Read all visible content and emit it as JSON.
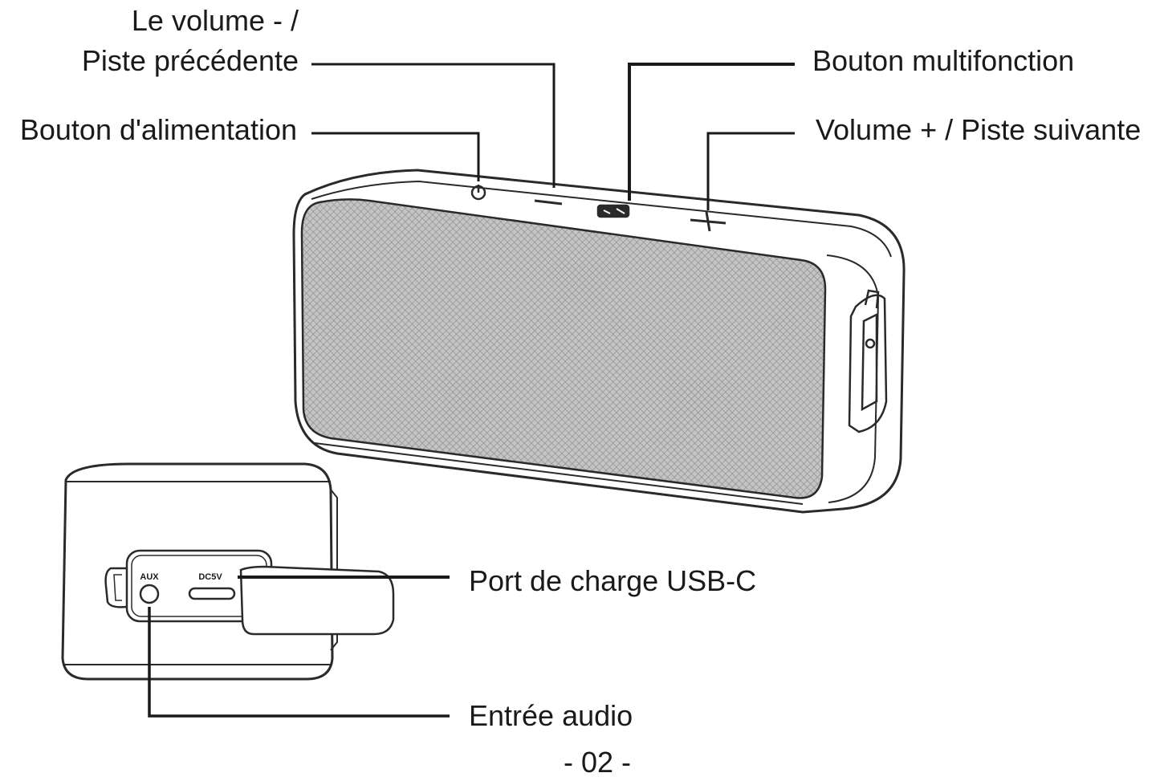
{
  "labels": {
    "volume_down_line1": "Le volume - /",
    "volume_down_line2": "Piste précédente",
    "power_button": "Bouton d'alimentation",
    "multifunction_button": "Bouton multifonction",
    "volume_up": "Volume + / Piste suivante",
    "usb_c_port": "Port de charge USB-C",
    "audio_input": "Entrée audio"
  },
  "side_panel": {
    "aux_marking": "AUX",
    "dc_marking": "DC5V"
  },
  "page_number": "- 02 -",
  "colors": {
    "line": "#1a1a1a",
    "grille": "#b9b9b9",
    "outline": "#2a2a2a"
  },
  "icons": [
    "power-icon",
    "minus-icon",
    "multifunction-icon",
    "plus-icon"
  ]
}
